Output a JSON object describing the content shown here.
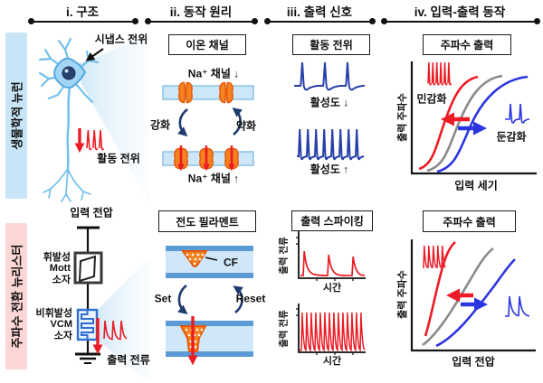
{
  "header": {
    "columns": [
      "i. 구조",
      "ii. 동작 원리",
      "iii. 출력 신호",
      "iv. 입력-출력 동작"
    ]
  },
  "row_labels": {
    "bio": "생물학적 뉴런",
    "neuristor": "주파수 전환 뉴리스터"
  },
  "bio": {
    "structure": {
      "synapse": "시냅스 전위",
      "action": "활동 전위"
    },
    "principle": {
      "title": "이온 채널",
      "na_down": "Na⁺ 채널 ↓",
      "na_up": "Na⁺ 채널 ↑",
      "strengthen": "강화",
      "weaken": "약화"
    },
    "signal": {
      "title": "활동 전위",
      "low": "활성도 ↓",
      "high": "활성도 ↑"
    },
    "io": {
      "title": "주파수 출력",
      "ylabel": "출력 주파수",
      "xlabel": "입력 세기",
      "sensitize": "민감화",
      "desensitize": "둔감화"
    }
  },
  "neuristor": {
    "structure": {
      "input": "입력 전압",
      "mott": [
        "휘발성",
        "Mott",
        "소자"
      ],
      "vcm": [
        "비휘발성",
        "VCM",
        "소자"
      ],
      "output": "출력 전류"
    },
    "principle": {
      "title": "전도 필라멘트",
      "cf": "CF",
      "set": "Set",
      "reset": "Reset"
    },
    "signal": {
      "title": "출력 스파이킹",
      "ylabel_top": "출력 전류",
      "xlabel_top": "시간",
      "ylabel_bottom": "출력 전류",
      "xlabel_bottom": "시간"
    },
    "io": {
      "title": "주파수 출력",
      "ylabel": "출력 주파수",
      "xlabel": "입력 전압"
    }
  },
  "colors": {
    "bio_strip": "#c7e5f7",
    "neuristor_strip": "#fcd7d5",
    "red": "#ed1c24",
    "blue_vivid": "#2b35e0",
    "blue_spike": "#2840a8",
    "navy_arrow": "#1f3a6e",
    "gray_curve": "#8a8a8a",
    "orange": "#f5831f",
    "orange_dark": "#e8590c",
    "membrane": "#cde7f8",
    "electrode": "#5b9bd5",
    "vcm_blue": "#2f6fd0"
  }
}
